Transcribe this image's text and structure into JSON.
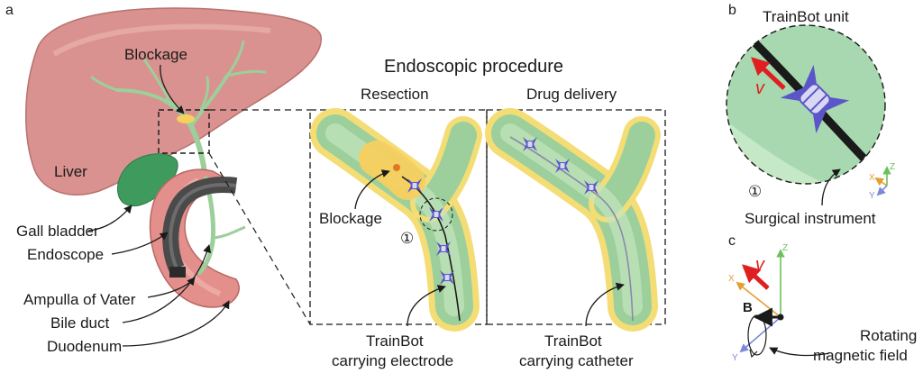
{
  "panels": {
    "a": "a",
    "b": "b",
    "c": "c"
  },
  "panel_a": {
    "procedure_title": "Endoscopic procedure",
    "anatomy_labels": {
      "blockage": "Blockage",
      "liver": "Liver",
      "gall_bladder": "Gall bladder",
      "endoscope": "Endoscope",
      "ampulla": "Ampulla of Vater",
      "bile_duct": "Bile duct",
      "duodenum": "Duodenum"
    },
    "resection": {
      "title": "Resection",
      "blockage": "Blockage",
      "marker": "①",
      "caption_line1": "TrainBot",
      "caption_line2": "carrying electrode"
    },
    "drug_delivery": {
      "title": "Drug delivery",
      "caption_line1": "TrainBot",
      "caption_line2": "carrying catheter"
    }
  },
  "panel_b": {
    "title": "TrainBot unit",
    "velocity": "v",
    "marker": "①",
    "instrument": "Surgical instrument",
    "axes": {
      "x": "X",
      "y": "Y",
      "z": "Z"
    }
  },
  "panel_c": {
    "velocity": "v",
    "field": "B",
    "rotating_line1": "Rotating",
    "rotating_line2": "magnetic field",
    "axes": {
      "x": "X",
      "y": "Y",
      "z": "Z"
    }
  },
  "colors": {
    "liver": "#d9928f",
    "duct_green": "#9ccf9b",
    "duct_yellow": "#f4dd75",
    "blockage": "#f7cf5f",
    "gall_bladder": "#3f9a5d",
    "duodenum": "#e38f8c",
    "endoscope": "#4a4a4a",
    "robot": "#5a56c8",
    "velocity_red": "#e02020",
    "axis_x": "#e0a030",
    "axis_y": "#7c88d8",
    "axis_z": "#6cc05a"
  }
}
